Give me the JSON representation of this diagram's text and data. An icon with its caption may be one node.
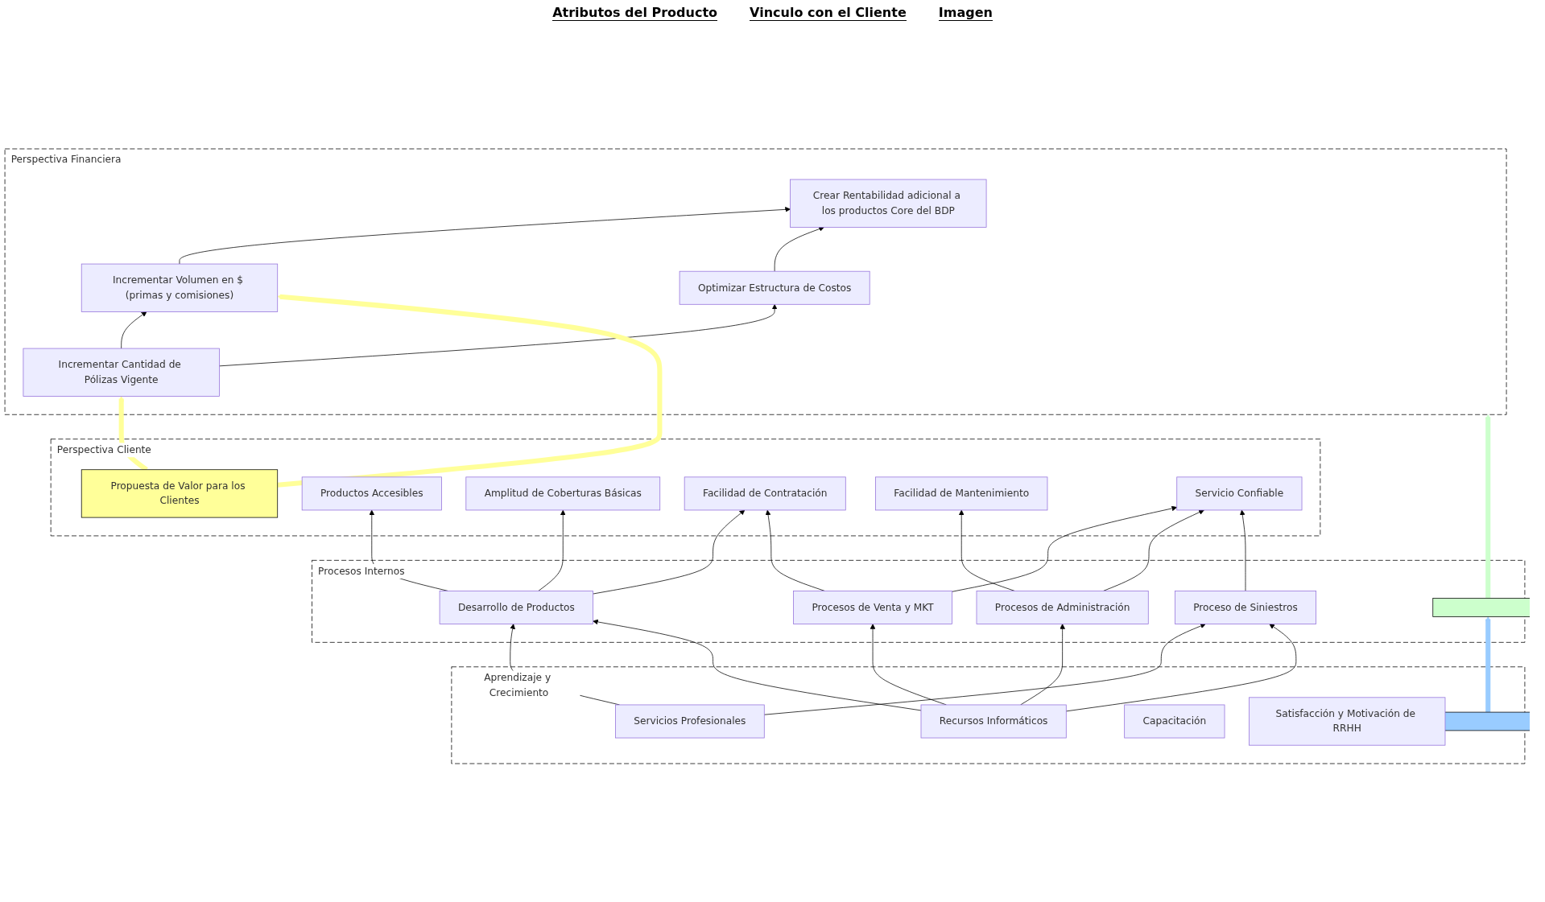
{
  "diagram": {
    "nodes": [
      {
        "text": [
          "Perspectiva Financiera"
        ]
      },
      {
        "text": [
          "Crear Rentabilidad adicional a los productos Core del BDP"
        ],
        "in": 0
      },
      {
        "text": [
          "Incrementar Cantidad de Pólizas Vigente"
        ],
        "in": 0
      },
      {
        "text": [
          "Incrementar Volumen en $ (primas y comisiones)"
        ],
        "in": 0
      },
      {
        "text": [
          "Optimizar Estructura de Costos"
        ],
        "in": 0
      },
      {
        "text": [
          "Perspectiva Cliente"
        ]
      },
      {
        "text": [
          "Propuesta de Valor para los Clientes"
        ],
        "in": 5
      },
      {
        "text": [
          "Productos Accesibles"
        ],
        "in": 5
      },
      {
        "text": [
          "Amplitud de Coberturas Básicas"
        ],
        "in": 5
      },
      {
        "text": [
          "Facilidad de Contratación"
        ],
        "in": 5
      },
      {
        "text": [
          "Facilidad de Mantenimiento"
        ],
        "in": 5
      },
      {
        "text": [
          "Servicio Confiable"
        ],
        "in": 5
      },
      {
        "text": [
          "Procesos Internos"
        ]
      },
      {
        "text": [],
        "shape": "bar",
        "in": 12
      },
      {
        "text": [
          "Desarrollo de Productos"
        ],
        "in": 12
      },
      {
        "text": [
          "Procesos de Venta y MKT"
        ],
        "in": 12
      },
      {
        "text": [
          "Procesos de Administración"
        ],
        "in": 12
      },
      {
        "text": [
          "Proceso de Siniestros"
        ],
        "in": 12
      },
      {
        "text": [
          "Aprendizaje y Crecimiento"
        ]
      },
      {
        "text": [],
        "shape": "bar",
        "in": 18
      },
      {
        "text": [
          "Servicios Profesionales"
        ],
        "in": 18
      },
      {
        "text": [
          "Capacitación"
        ],
        "in": 18
      },
      {
        "text": [
          "Satisfacción y Motivación de RRHH"
        ],
        "in": 18
      },
      {
        "text": [
          "Recursos Informáticos"
        ],
        "in": 18
      }
    ],
    "edges": [
      {
        "from": 3,
        "to": 1,
        "arrow": "to"
      },
      {
        "from": 4,
        "to": 1,
        "arrow": "to"
      },
      {
        "from": 2,
        "to": 3,
        "arrow": "to"
      },
      {
        "from": 2,
        "to": 4,
        "arrow": "to"
      },
      {
        "from": 6,
        "to": 2,
        "arrow": "to",
        "style": "thick",
        "color": "#ffff99"
      },
      {
        "from": 6,
        "to": 3,
        "arrow": "to",
        "style": "thick",
        "color": "#ffff99"
      },
      {
        "from": 14,
        "to": 7,
        "arrow": "to"
      },
      {
        "from": 14,
        "to": 8,
        "arrow": "to"
      },
      {
        "from": 14,
        "to": 9,
        "arrow": "to"
      },
      {
        "from": 15,
        "to": 9,
        "arrow": "to"
      },
      {
        "from": 15,
        "to": 11,
        "arrow": "to"
      },
      {
        "from": 16,
        "to": 10,
        "arrow": "to"
      },
      {
        "from": 16,
        "to": 11,
        "arrow": "to"
      },
      {
        "from": 17,
        "to": 11,
        "arrow": "to"
      },
      {
        "from": 13,
        "to": 0,
        "arrow": "to",
        "style": "thick",
        "color": "#ccffcc"
      },
      {
        "from": 20,
        "to": 14,
        "arrow": "to"
      },
      {
        "from": 20,
        "to": 17,
        "arrow": "to"
      },
      {
        "from": 23,
        "to": 14,
        "arrow": "to"
      },
      {
        "from": 23,
        "to": 15,
        "arrow": "to"
      },
      {
        "from": 23,
        "to": 16,
        "arrow": "to"
      },
      {
        "from": 23,
        "to": 17,
        "arrow": "to"
      },
      {
        "from": 19,
        "to": 13,
        "arrow": "to",
        "style": "thick",
        "color": "#99ccff"
      }
    ],
    "labels": [
      "Atributos del Producto",
      "Vinculo con el Cliente",
      "Imagen"
    ]
  }
}
